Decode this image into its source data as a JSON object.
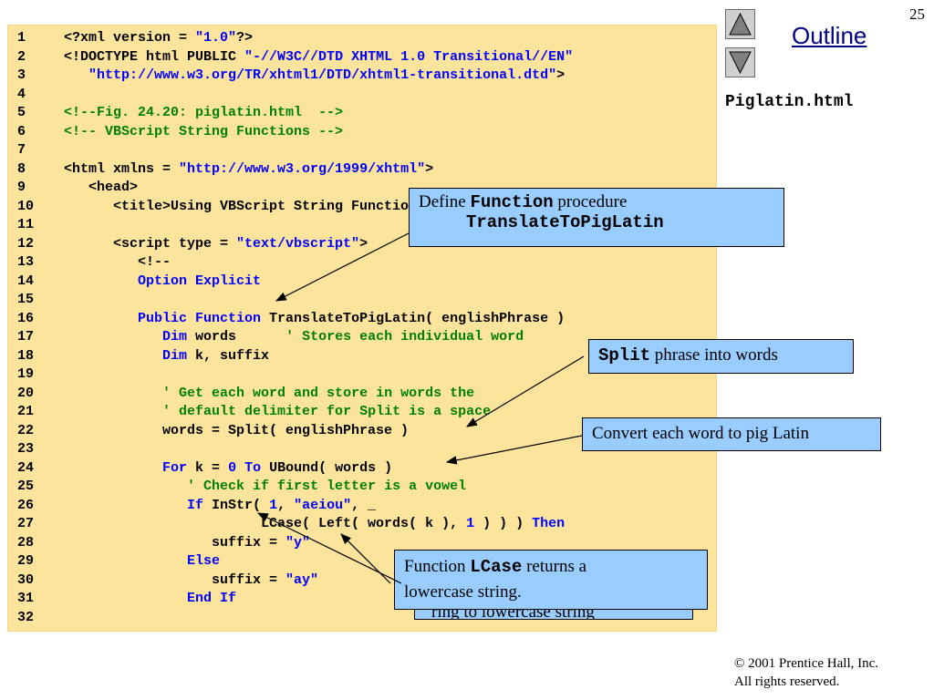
{
  "page_number": "25",
  "outline": {
    "title": "Outline",
    "up_icon": "triangle-up-icon",
    "down_icon": "triangle-down-icon"
  },
  "filename": "Piglatin.html",
  "code_lines": [
    {
      "n": "1",
      "segs": [
        {
          "t": "<?xml version = "
        },
        {
          "t": "\"1.0\"",
          "c": "str"
        },
        {
          "t": "?>"
        }
      ]
    },
    {
      "n": "2",
      "segs": [
        {
          "t": "<!DOCTYPE html PUBLIC "
        },
        {
          "t": "\"-//W3C//DTD XHTML 1.0 Transitional//EN\"",
          "c": "str"
        }
      ]
    },
    {
      "n": "3",
      "segs": [
        {
          "t": "   "
        },
        {
          "t": "\"http://www.w3.org/TR/xhtml1/DTD/xhtml1-transitional.dtd\"",
          "c": "str"
        },
        {
          "t": ">"
        }
      ]
    },
    {
      "n": "4",
      "segs": []
    },
    {
      "n": "5",
      "segs": [
        {
          "t": "<!--Fig. 24.20: piglatin.html  -->",
          "c": "cm"
        }
      ]
    },
    {
      "n": "6",
      "segs": [
        {
          "t": "<!-- VBScript String Functions -->",
          "c": "cm"
        }
      ]
    },
    {
      "n": "7",
      "segs": []
    },
    {
      "n": "8",
      "segs": [
        {
          "t": "<html xmlns = "
        },
        {
          "t": "\"http://www.w3.org/1999/xhtml\"",
          "c": "str"
        },
        {
          "t": ">"
        }
      ]
    },
    {
      "n": "9",
      "segs": [
        {
          "t": "   <head>"
        }
      ]
    },
    {
      "n": "10",
      "segs": [
        {
          "t": "      <title>Using VBScript String Functions</title>"
        }
      ]
    },
    {
      "n": "11",
      "segs": []
    },
    {
      "n": "12",
      "segs": [
        {
          "t": "      <script type = "
        },
        {
          "t": "\"text/vbscript\"",
          "c": "str"
        },
        {
          "t": ">"
        }
      ]
    },
    {
      "n": "13",
      "segs": [
        {
          "t": "         <!--"
        }
      ]
    },
    {
      "n": "14",
      "segs": [
        {
          "t": "         "
        },
        {
          "t": "Option Explicit",
          "c": "kw"
        }
      ]
    },
    {
      "n": "15",
      "segs": []
    },
    {
      "n": "16",
      "segs": [
        {
          "t": "         "
        },
        {
          "t": "Public Function",
          "c": "kw"
        },
        {
          "t": " TranslateToPigLatin( englishPhrase )"
        }
      ]
    },
    {
      "n": "17",
      "segs": [
        {
          "t": "            "
        },
        {
          "t": "Dim",
          "c": "kw"
        },
        {
          "t": " words      "
        },
        {
          "t": "' Stores each individual word",
          "c": "cm"
        }
      ]
    },
    {
      "n": "18",
      "segs": [
        {
          "t": "            "
        },
        {
          "t": "Dim",
          "c": "kw"
        },
        {
          "t": " k, suffix"
        }
      ]
    },
    {
      "n": "19",
      "segs": []
    },
    {
      "n": "20",
      "segs": [
        {
          "t": "            "
        },
        {
          "t": "' Get each word and store in words the",
          "c": "cm"
        }
      ]
    },
    {
      "n": "21",
      "segs": [
        {
          "t": "            "
        },
        {
          "t": "' default delimiter for Split is a space",
          "c": "cm"
        }
      ]
    },
    {
      "n": "22",
      "segs": [
        {
          "t": "            words = Split( englishPhrase )"
        }
      ]
    },
    {
      "n": "23",
      "segs": []
    },
    {
      "n": "24",
      "segs": [
        {
          "t": "            "
        },
        {
          "t": "For",
          "c": "kw"
        },
        {
          "t": " k = "
        },
        {
          "t": "0",
          "c": "nm"
        },
        {
          "t": " "
        },
        {
          "t": "To",
          "c": "kw"
        },
        {
          "t": " UBound( words )"
        }
      ]
    },
    {
      "n": "25",
      "segs": [
        {
          "t": "               "
        },
        {
          "t": "' Check if first letter is a vowel",
          "c": "cm"
        }
      ]
    },
    {
      "n": "26",
      "segs": [
        {
          "t": "               "
        },
        {
          "t": "If",
          "c": "kw"
        },
        {
          "t": " InStr( "
        },
        {
          "t": "1",
          "c": "nm"
        },
        {
          "t": ", "
        },
        {
          "t": "\"aeiou\"",
          "c": "str"
        },
        {
          "t": ", _"
        }
      ]
    },
    {
      "n": "27",
      "segs": [
        {
          "t": "                        LCase( Left( words( k ), "
        },
        {
          "t": "1",
          "c": "nm"
        },
        {
          "t": " ) ) ) "
        },
        {
          "t": "Then",
          "c": "kw"
        }
      ]
    },
    {
      "n": "28",
      "segs": [
        {
          "t": "                  suffix = "
        },
        {
          "t": "\"y\"",
          "c": "str"
        }
      ]
    },
    {
      "n": "29",
      "segs": [
        {
          "t": "               "
        },
        {
          "t": "Else",
          "c": "kw"
        }
      ]
    },
    {
      "n": "30",
      "segs": [
        {
          "t": "                  suffix = "
        },
        {
          "t": "\"ay\"",
          "c": "str"
        }
      ]
    },
    {
      "n": "31",
      "segs": [
        {
          "t": "               "
        },
        {
          "t": "End If",
          "c": "kw"
        }
      ]
    },
    {
      "n": "32",
      "segs": []
    }
  ],
  "callouts": {
    "define": {
      "prefix": "Define ",
      "code": "Function",
      "suffix": " procedure",
      "line2": "TranslateToPigLatin"
    },
    "split": {
      "code": "Split",
      "suffix": " phrase into words"
    },
    "convert": {
      "text": "Convert each word to pig Latin"
    },
    "lcase": {
      "prefix": "Function ",
      "code": "LCase",
      "suffix": " returns a",
      "line2": "lowercase string."
    },
    "hidden": {
      "text": "ring to lowercase string"
    }
  },
  "footer": {
    "copyright": "© 2001 Prentice Hall, Inc.",
    "rights": "All rights reserved."
  }
}
